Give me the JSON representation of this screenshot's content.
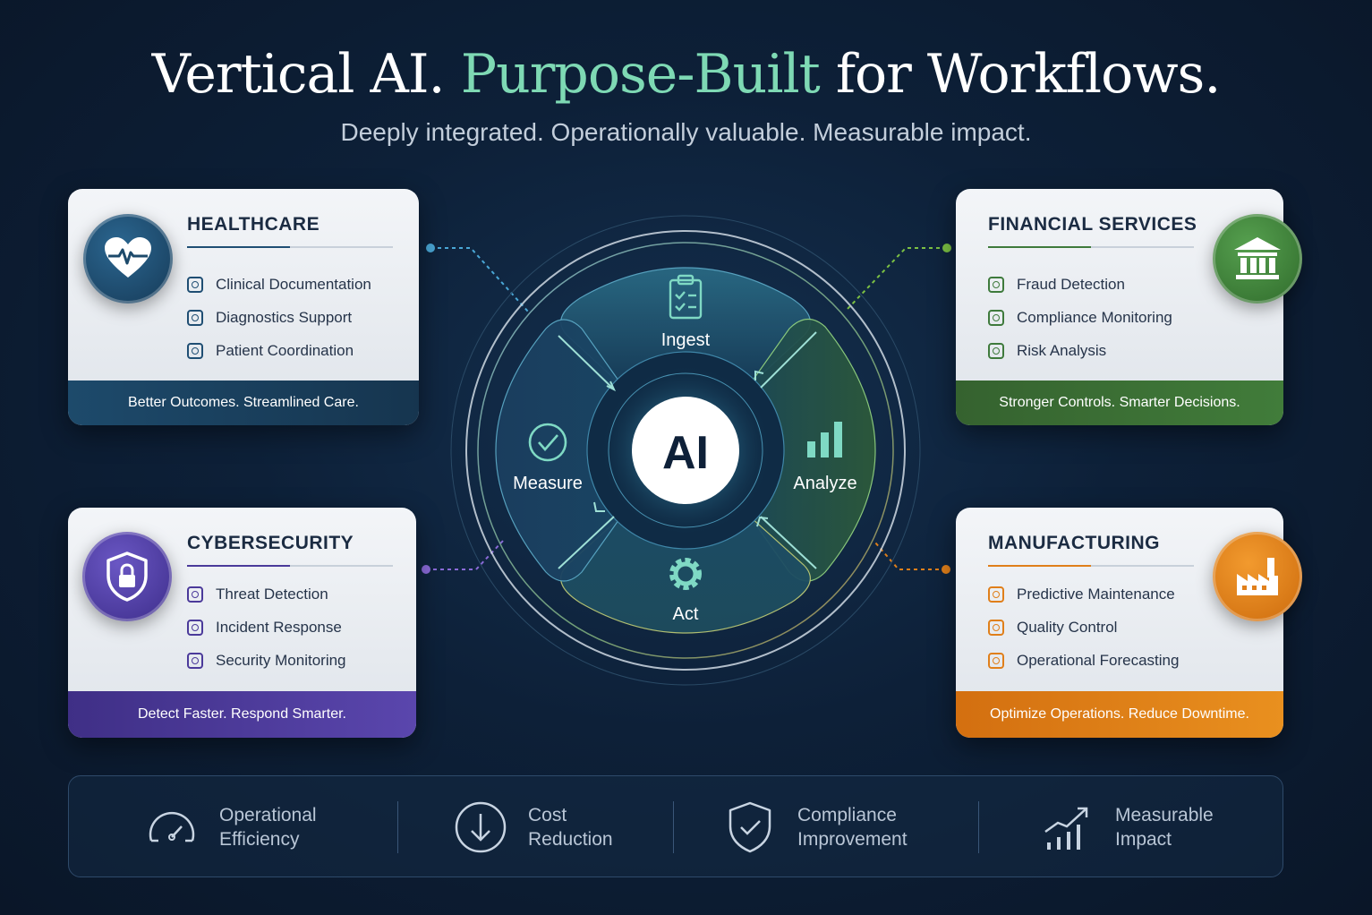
{
  "header": {
    "title_part1": "Vertical AI.",
    "title_accent": "Purpose-Built",
    "title_part2": "for Workflows.",
    "subtitle": "Deeply integrated. Operationally valuable. Measurable impact."
  },
  "colors": {
    "healthcare": "#1f4e73",
    "financial": "#3e7a3c",
    "cybersecurity": "#4b3a9a",
    "manufacturing": "#e07f1a",
    "accent": "#7ed9b4"
  },
  "cards": {
    "healthcare": {
      "title": "HEALTHCARE",
      "icon": "heart-pulse-icon",
      "items": [
        "Clinical Documentation",
        "Diagnostics Support",
        "Patient Coordination"
      ],
      "footer": "Better Outcomes. Streamlined Care."
    },
    "financial": {
      "title": "FINANCIAL SERVICES",
      "icon": "bank-icon",
      "items": [
        "Fraud Detection",
        "Compliance Monitoring",
        "Risk Analysis"
      ],
      "footer": "Stronger Controls. Smarter Decisions."
    },
    "cybersecurity": {
      "title": "CYBERSECURITY",
      "icon": "shield-lock-icon",
      "items": [
        "Threat Detection",
        "Incident Response",
        "Security Monitoring"
      ],
      "footer": "Detect Faster. Respond Smarter."
    },
    "manufacturing": {
      "title": "MANUFACTURING",
      "icon": "factory-icon",
      "items": [
        "Predictive Maintenance",
        "Quality Control",
        "Operational Forecasting"
      ],
      "footer": "Optimize Operations. Reduce Downtime."
    }
  },
  "cycle": {
    "center": "AI",
    "ingest": "Ingest",
    "analyze": "Analyze",
    "act": "Act",
    "measure": "Measure"
  },
  "metrics": [
    {
      "line1": "Operational",
      "line2": "Efficiency",
      "icon": "speedometer-icon"
    },
    {
      "line1": "Cost",
      "line2": "Reduction",
      "icon": "arrow-down-circle-icon"
    },
    {
      "line1": "Compliance",
      "line2": "Improvement",
      "icon": "shield-check-icon"
    },
    {
      "line1": "Measurable",
      "line2": "Impact",
      "icon": "growth-chart-icon"
    }
  ]
}
